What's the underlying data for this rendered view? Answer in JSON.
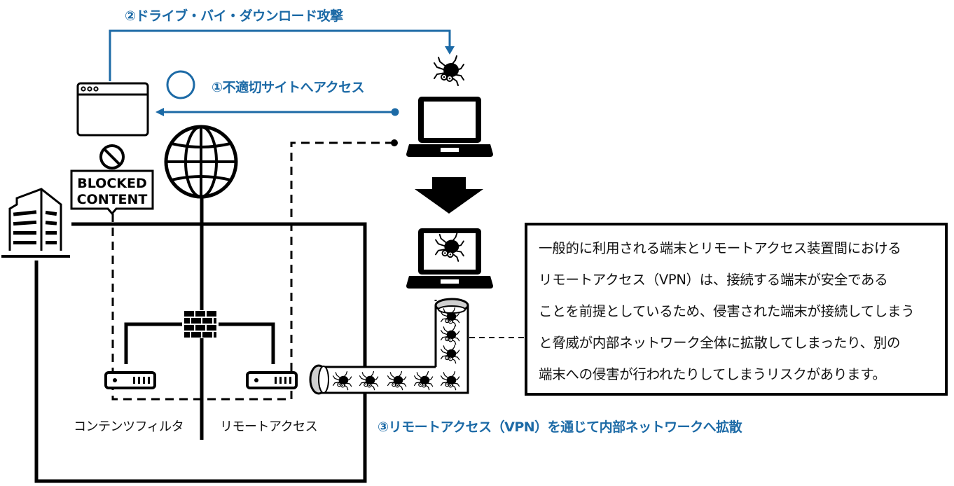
{
  "diagram": {
    "title": "Remote access VPN threat diagram",
    "accent_color": "#1c6aa6",
    "steps": [
      {
        "id": "step1",
        "label": "①不適切サイトへアクセス"
      },
      {
        "id": "step2",
        "label": "②ドライブ・バイ・ダウンロード攻撃"
      },
      {
        "id": "step3",
        "label": "③リモートアクセス（VPN）を通じて内部ネットワークへ拡散"
      }
    ],
    "blocked_sign": {
      "line1": "BLOCKED",
      "line2": "CONTENT"
    },
    "devices": {
      "content_filter": "コンテンツフィルタ",
      "remote_access": "リモートアクセス"
    },
    "icons": [
      "browser-window-icon",
      "globe-icon",
      "building-icon",
      "firewall-icon",
      "server-icon",
      "laptop-icon",
      "spider-icon",
      "prohibited-icon",
      "down-arrow-icon",
      "pipe-icon"
    ],
    "pipe_spider_count": 8,
    "description": {
      "lines": [
        "一般的に利用される端末とリモートアクセス装置間における",
        "リモートアクセス（VPN）は、接続する端末が安全である",
        "ことを前提としているため、侵害された端末が接続してしまう",
        "と脅威が内部ネットワーク全体に拡散してしまったり、別の",
        "端末への侵害が行われたりしてしまうリスクがあります。"
      ]
    }
  }
}
